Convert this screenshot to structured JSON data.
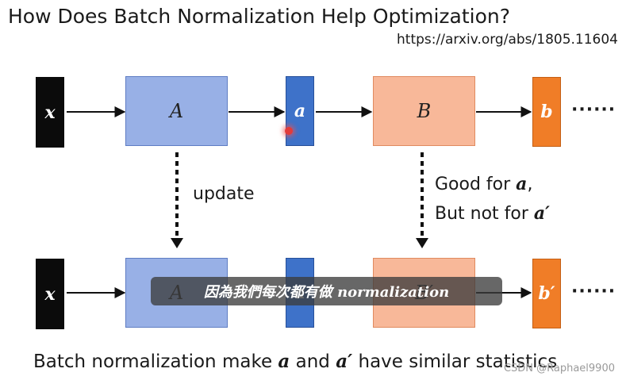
{
  "title": "How Does Batch Normalization Help Optimization?",
  "url": "https://arxiv.org/abs/1805.11604",
  "top_row": {
    "x": "x",
    "A": "A",
    "a": "a",
    "B": "B",
    "b": "b",
    "ellipsis": "······"
  },
  "bottom_row": {
    "x": "x",
    "A": "A",
    "a": "a",
    "B": "B′",
    "b": "b′",
    "ellipsis": "······"
  },
  "update_label": "update",
  "good_line1_pre": "Good for ",
  "good_line1_math": "a",
  "good_line1_post": ",",
  "good_line2_pre": "But not for ",
  "good_line2_math": "a′",
  "caption": "因為我們每次都有做 normalization",
  "bottom_pre": "Batch normalization make ",
  "bottom_a": "a",
  "bottom_mid": " and ",
  "bottom_a2": "a′",
  "bottom_post": " have similar statistics",
  "watermark": "CSDN @Raphael9900"
}
